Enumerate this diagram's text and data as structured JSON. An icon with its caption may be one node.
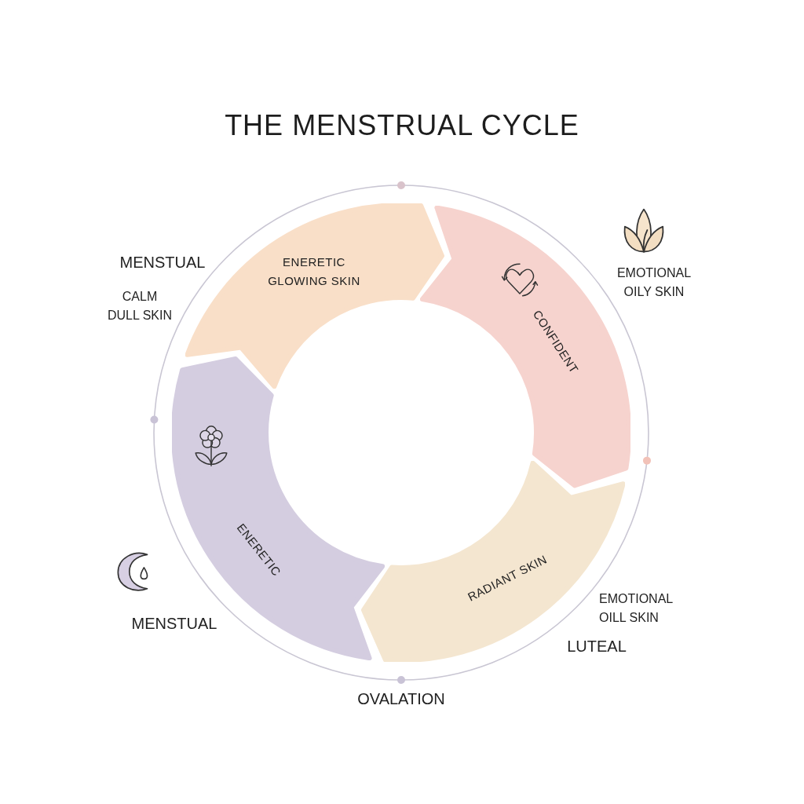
{
  "diagram": {
    "title": "THE MENSTRUAL CYCLE",
    "nodes": [
      {
        "text": [
          "ENERETIC GLOWING SKIN"
        ]
      },
      {
        "text": [
          "CONFIDENT"
        ]
      },
      {
        "text": [
          "RADIANT SKIN"
        ]
      },
      {
        "text": [
          "ENERETIC"
        ]
      }
    ],
    "labels": [
      "MENSTUAL",
      "EMOTIONAL OILY SKIN",
      "CALM DULL SKIN",
      "EMOTIONAL OILL SKIN",
      "MENSTUAL",
      "LUTEAL",
      "OVALATION"
    ]
  }
}
